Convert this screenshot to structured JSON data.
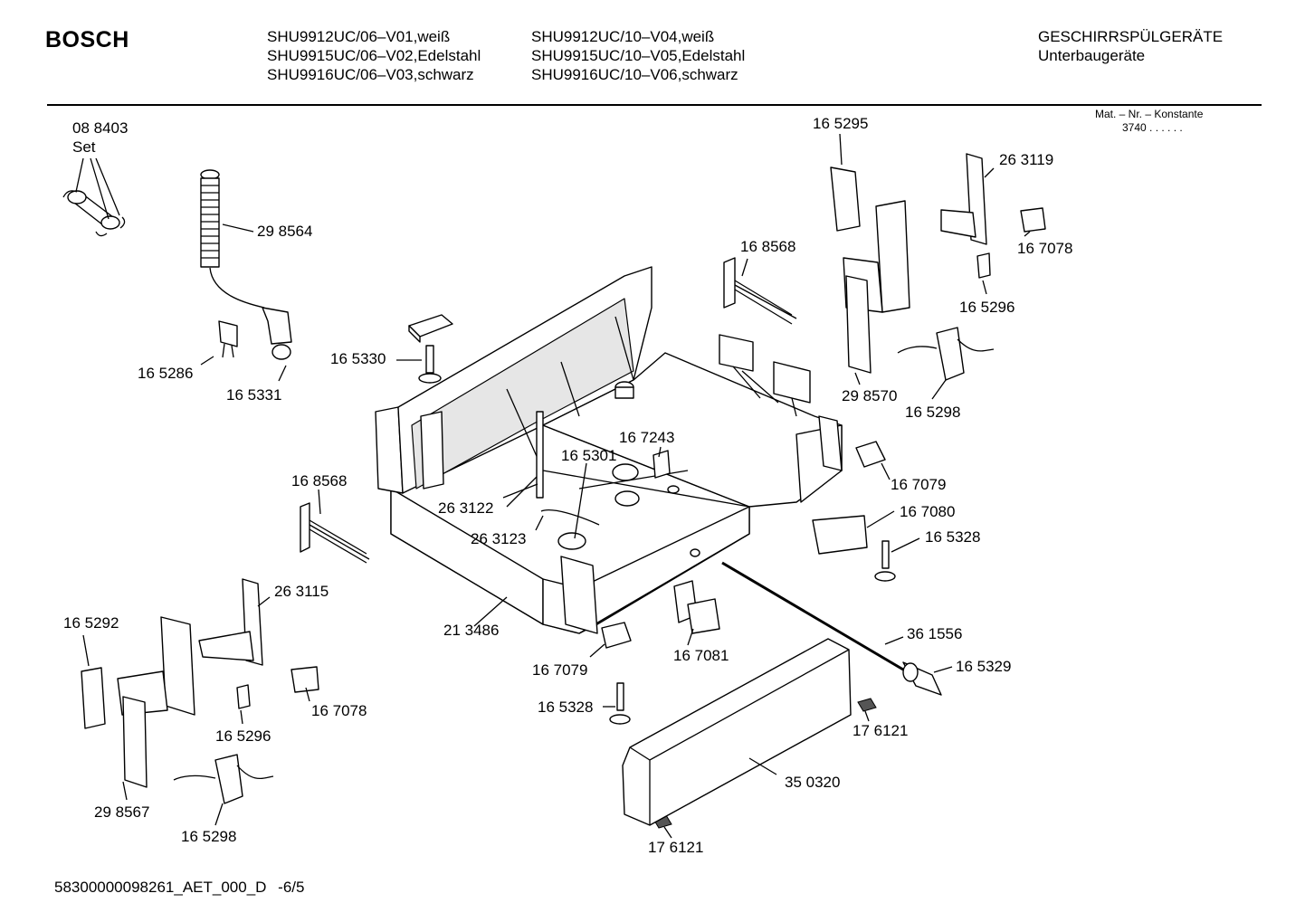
{
  "header": {
    "brand": "BOSCH",
    "models_col1": [
      "SHU9912UC/06–V01,weiß",
      "SHU9915UC/06–V02,Edelstahl",
      "SHU9916UC/06–V03,schwarz"
    ],
    "models_col2": [
      "SHU9912UC/10–V04,weiß",
      "SHU9915UC/10–V05,Edelstahl",
      "SHU9916UC/10–V06,schwarz"
    ],
    "category": "GESCHIRRSPÜLGERÄTE",
    "subcategory": "Unterbaugeräte"
  },
  "konstante": {
    "label": "Mat. – Nr. – Konstante",
    "value": "3740 . .  .  . . ."
  },
  "footer": {
    "document_id": "58300000098261_AET_000_D",
    "page": "-6/5"
  },
  "parts": [
    "08 8403",
    "Set",
    "29 8564",
    "16 5286",
    "16 5331",
    "16 5330",
    "16 5295",
    "26 3119",
    "16 7078",
    "16 8568",
    "16 5296",
    "29 8570",
    "16 5298",
    "16 7243",
    "16 5301",
    "16 8568",
    "26 3122",
    "26 3123",
    "16 7079",
    "16 7080",
    "16 5328",
    "26 3115",
    "16 5292",
    "21 3486",
    "36 1556",
    "16 5329",
    "16 7078",
    "16 5296",
    "16 7079",
    "16 7081",
    "16 5328",
    "17 6121",
    "29 8567",
    "35 0320",
    "16 5298",
    "17 6121"
  ]
}
